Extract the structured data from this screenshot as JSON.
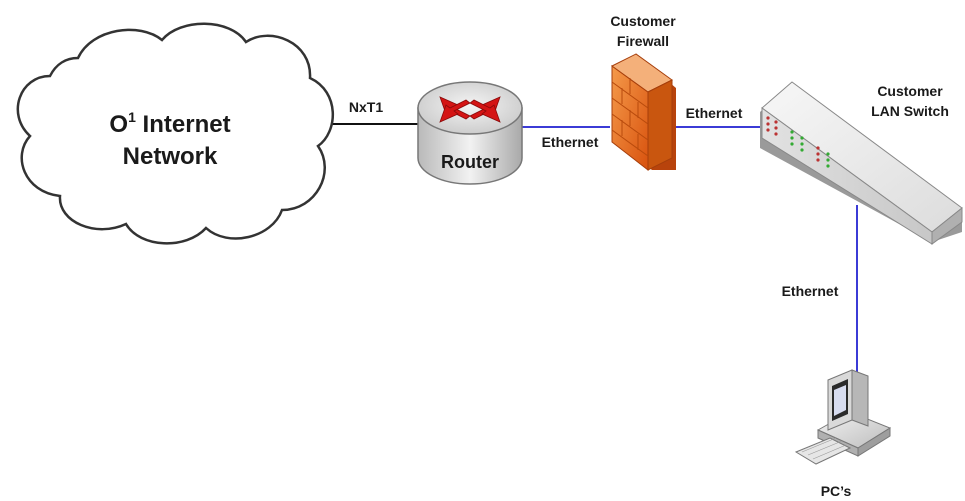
{
  "nodes": {
    "cloud": {
      "line1_main": "O",
      "line1_sup": "1",
      "line1_rest": " Internet",
      "line2": "Network"
    },
    "router": {
      "label": "Router"
    },
    "firewall": {
      "line1": "Customer",
      "line2": "Firewall"
    },
    "switch": {
      "line1": "Customer",
      "line2": "LAN Switch"
    },
    "pc": {
      "label": "PC’s"
    }
  },
  "links": {
    "cloud_router": "NxT1",
    "router_firewall": "Ethernet",
    "firewall_switch": "Ethernet",
    "switch_pc": "Ethernet"
  },
  "colors": {
    "lan_link": "#3b3bd6",
    "wan_link": "#111111",
    "firewall": "#e8661c",
    "router_arrows": "#d41414"
  }
}
